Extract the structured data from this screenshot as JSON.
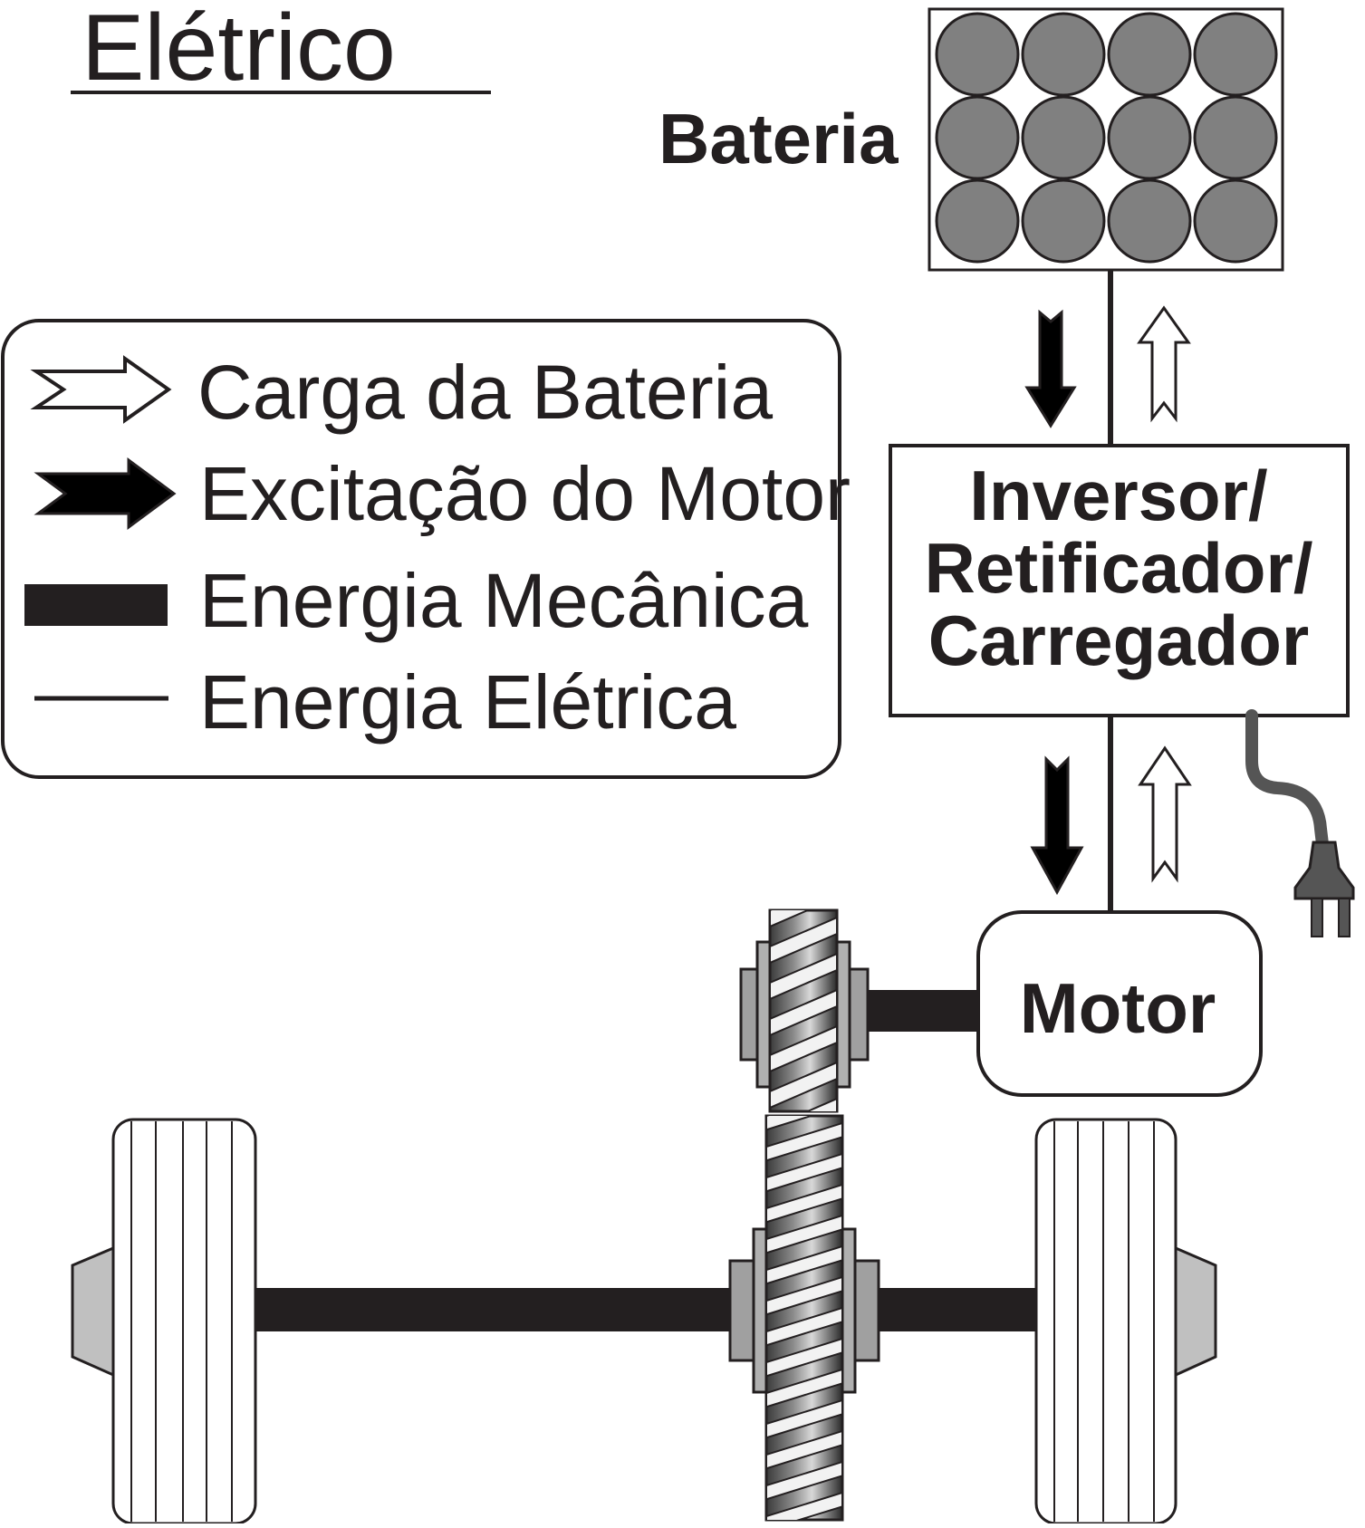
{
  "title": "Elétrico",
  "legend": {
    "items": [
      {
        "label": "Carga da Bateria",
        "symbol": "hollow-arrow-icon"
      },
      {
        "label": "Excitação do Motor",
        "symbol": "solid-arrow-icon"
      },
      {
        "label": "Energia Mecânica",
        "symbol": "thick-bar-icon"
      },
      {
        "label": "Energia Elétrica",
        "symbol": "thin-line-icon"
      }
    ]
  },
  "battery": {
    "label": "Bateria"
  },
  "inverter": {
    "line1": "Inversor/",
    "line2": "Retificador/",
    "line3": "Carregador"
  },
  "motor": {
    "label": "Motor"
  },
  "colors": {
    "ink": "#231f20",
    "battery_cell": "#808080",
    "hub": "#c0c0c0",
    "gear_frame": "#a0a0a0"
  }
}
